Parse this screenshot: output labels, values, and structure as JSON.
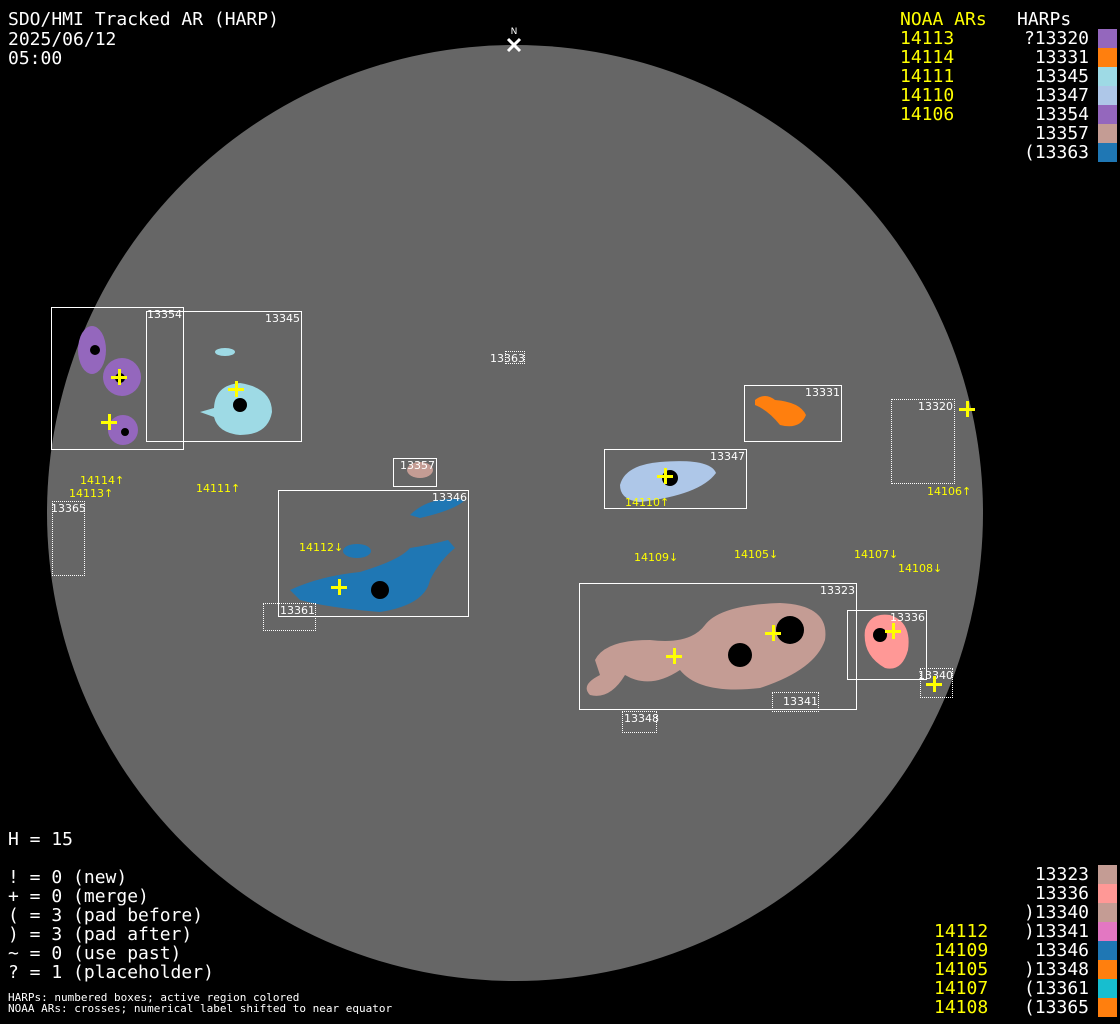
{
  "header": {
    "title": "SDO/HMI Tracked AR (HARP)",
    "date": "2025/06/12",
    "time": "05:00",
    "north_label": "N"
  },
  "legend_top": {
    "noaa_header": "NOAA ARs",
    "harp_header": "HARPs",
    "noaa": [
      "14113",
      "14114",
      "14111",
      "14110",
      "14106"
    ],
    "harps": [
      {
        "label": "?13320",
        "color": "#9467bd"
      },
      {
        "label": "13331",
        "color": "#ff7f0e"
      },
      {
        "label": "13345",
        "color": "#9edae5"
      },
      {
        "label": "13347",
        "color": "#aec7e8"
      },
      {
        "label": "13354",
        "color": "#9467bd"
      },
      {
        "label": "13357",
        "color": "#c49c94"
      },
      {
        "label": "(13363",
        "color": "#1f77b4"
      }
    ]
  },
  "legend_bottom": {
    "noaa": [
      "14112",
      "14109",
      "14105",
      "14107",
      "14108"
    ],
    "harps": [
      {
        "label": "13323",
        "color": "#c49c94"
      },
      {
        "label": "13336",
        "color": "#ff9896"
      },
      {
        "label": ")13340",
        "color": "#c49c94"
      },
      {
        "label": ")13341",
        "color": "#e377c2"
      },
      {
        "label": "13346",
        "color": "#1f77b4"
      },
      {
        "label": ")13348",
        "color": "#ff7f0e"
      },
      {
        "label": "(13361",
        "color": "#17becf"
      },
      {
        "label": "(13365",
        "color": "#ff7f0e"
      }
    ]
  },
  "stats": {
    "h": "H = 15",
    "lines": [
      "! = 0 (new)",
      "+ = 0 (merge)",
      "( = 3 (pad before)",
      ") = 3 (pad after)",
      "~ = 0 (use past)",
      "? = 1 (placeholder)"
    ]
  },
  "notes": [
    "HARPs: numbered boxes; active region colored",
    "NOAA ARs: crosses; numerical label shifted to near equator"
  ],
  "boxes": [
    "13354",
    "13345",
    "13363",
    "13357",
    "13346",
    "13331",
    "13347",
    "13320",
    "13365",
    "13361",
    "13323",
    "13336",
    "13340",
    "13341",
    "13348"
  ],
  "noaa_labels": [
    "14114↑",
    "14113↑",
    "14111↑",
    "14112↓",
    "14110↑",
    "14109↓",
    "14105↓",
    "14107↓",
    "14108↓",
    "14106↑"
  ]
}
